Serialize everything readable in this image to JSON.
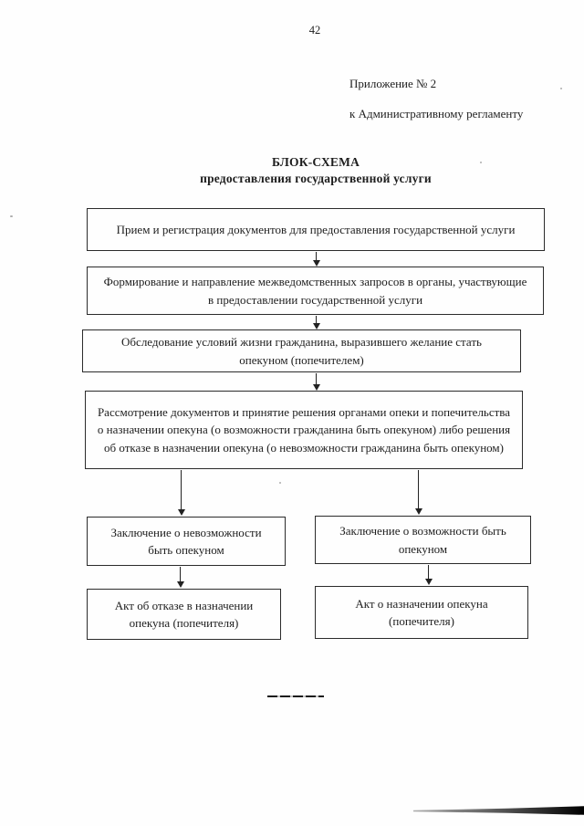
{
  "page": {
    "number": "42"
  },
  "header": {
    "appendix_line1": "Приложение № 2",
    "appendix_line2": "к Административному регламенту"
  },
  "title": {
    "main": "БЛОК-СХЕМА",
    "subtitle": "предоставления государственной услуги"
  },
  "flowchart": {
    "main_boxes": [
      "Прием и регистрация документов для предоставления государственной услуги",
      "Формирование и направление межведомственных запросов в органы, участвующие в предоставлении государственной услуги",
      "Обследование условий жизни гражданина, выразившего желание стать опекуном (попечителем)",
      "Рассмотрение документов и принятие решения органами опеки и попечительства о назначении опекуна (о возможности гражданина быть опекуном) либо решения об отказе в назначении опекуна (о невозможности гражданина быть опекуном)"
    ],
    "left_branch": [
      "Заключение о невозможности быть опекуном",
      "Акт об отказе в назначении опекуна (попечителя)"
    ],
    "right_branch": [
      "Заключение о возможности быть опекуном",
      "Акт о назначении опекуна (попечителя)"
    ]
  }
}
